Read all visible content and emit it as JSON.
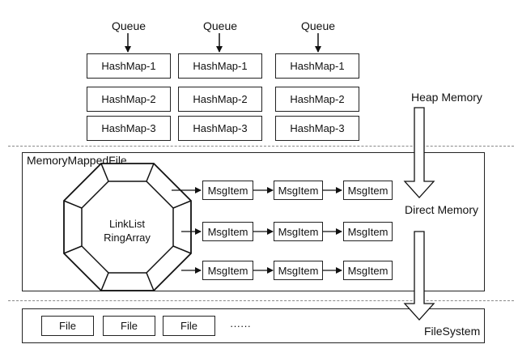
{
  "queues": [
    {
      "label": "Queue",
      "maps": [
        "HashMap-1",
        "HashMap-2",
        "HashMap-3"
      ]
    },
    {
      "label": "Queue",
      "maps": [
        "HashMap-1",
        "HashMap-2",
        "HashMap-3"
      ]
    },
    {
      "label": "Queue",
      "maps": [
        "HashMap-1",
        "HashMap-2",
        "HashMap-3"
      ]
    }
  ],
  "layers": {
    "heap": "Heap Memory",
    "direct": "Direct Memory",
    "filesystem": "FileSystem"
  },
  "mmf": {
    "title": "MemoryMappedFile",
    "ring_line1": "LinkList",
    "ring_line2": "RingArray",
    "rows": [
      [
        "MsgItem",
        "MsgItem",
        "MsgItem"
      ],
      [
        "MsgItem",
        "MsgItem",
        "MsgItem"
      ],
      [
        "MsgItem",
        "MsgItem",
        "MsgItem"
      ]
    ]
  },
  "files": [
    "File",
    "File",
    "File"
  ],
  "ellipsis": "······"
}
